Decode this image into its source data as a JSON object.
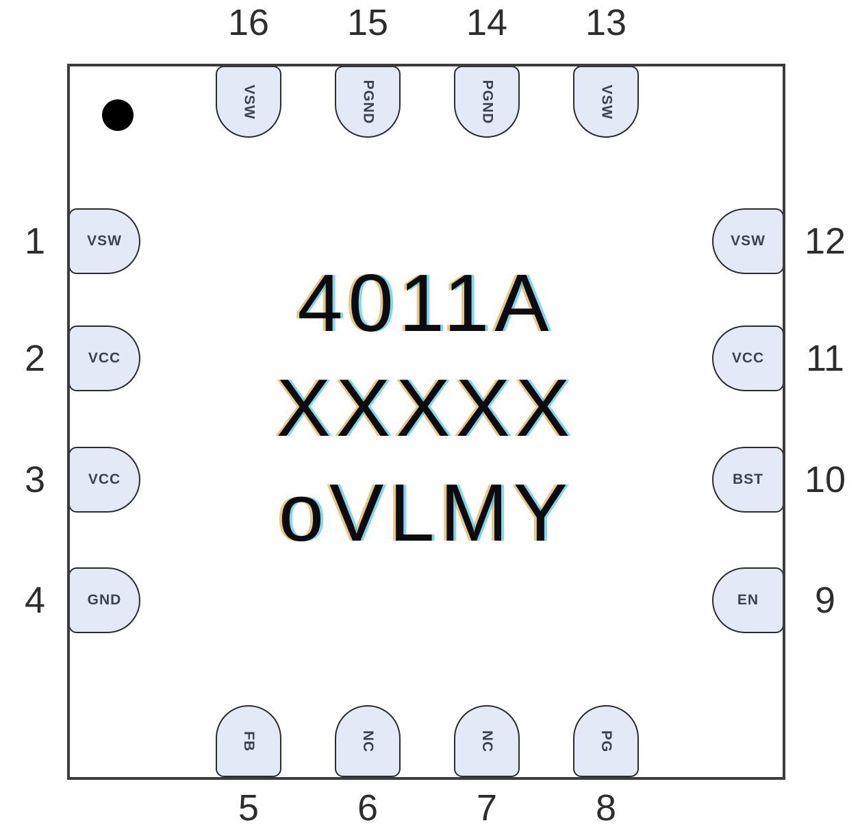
{
  "figure": {
    "type": "ic-package-pin-diagram",
    "package_shape": "square-16-pin",
    "pin1_indicator": "black-dot-top-left"
  },
  "marking": {
    "line1": "4011A",
    "line2": "XXXXX",
    "line3": "oVLMY"
  },
  "pins": [
    {
      "number": "1",
      "label": "VSW",
      "side": "left",
      "slot": 0
    },
    {
      "number": "2",
      "label": "VCC",
      "side": "left",
      "slot": 1
    },
    {
      "number": "3",
      "label": "VCC",
      "side": "left",
      "slot": 2
    },
    {
      "number": "4",
      "label": "GND",
      "side": "left",
      "slot": 3
    },
    {
      "number": "5",
      "label": "FB",
      "side": "bottom",
      "slot": 0
    },
    {
      "number": "6",
      "label": "NC",
      "side": "bottom",
      "slot": 1
    },
    {
      "number": "7",
      "label": "NC",
      "side": "bottom",
      "slot": 2
    },
    {
      "number": "8",
      "label": "PG",
      "side": "bottom",
      "slot": 3
    },
    {
      "number": "9",
      "label": "EN",
      "side": "right",
      "slot": 3
    },
    {
      "number": "10",
      "label": "BST",
      "side": "right",
      "slot": 2
    },
    {
      "number": "11",
      "label": "VCC",
      "side": "right",
      "slot": 1
    },
    {
      "number": "12",
      "label": "VSW",
      "side": "right",
      "slot": 0
    },
    {
      "number": "13",
      "label": "VSW",
      "side": "top",
      "slot": 3
    },
    {
      "number": "14",
      "label": "PGND",
      "side": "top",
      "slot": 2
    },
    {
      "number": "15",
      "label": "PGND",
      "side": "top",
      "slot": 1
    },
    {
      "number": "16",
      "label": "VSW",
      "side": "top",
      "slot": 0
    }
  ],
  "colors": {
    "pad_fill": "#e3e9f6",
    "pad_border": "#2b2b2b",
    "package_border": "#3c3c3c",
    "number_color": "#2d2d2d",
    "label_color": "#3c4250",
    "marking_color": "#0b0b10",
    "dot_color": "#000000"
  }
}
